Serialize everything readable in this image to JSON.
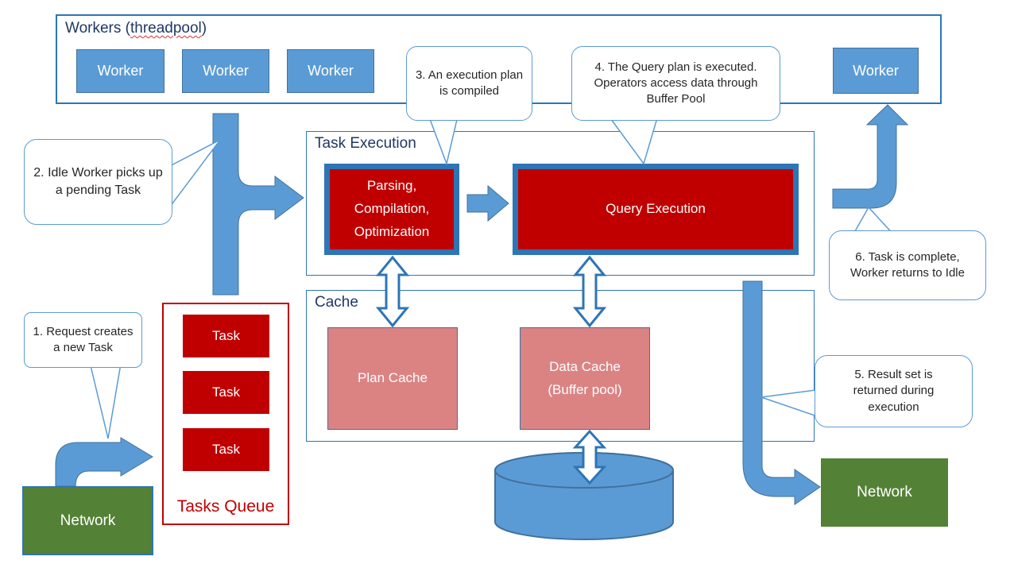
{
  "colors": {
    "blue_fill": "#5B9BD5",
    "blue_border": "#41719C",
    "dark_blue": "#2E75B6",
    "navy_text": "#1F3864",
    "red": "#C00000",
    "pink": "#DB8383",
    "green": "#538135",
    "callout_border": "#5B9BD5"
  },
  "workers": {
    "title_prefix": "Workers (",
    "title_word": "threadpool",
    "title_suffix": ")",
    "items": [
      {
        "label": "Worker"
      },
      {
        "label": "Worker"
      },
      {
        "label": "Worker"
      },
      {
        "label": "Worker"
      }
    ]
  },
  "task_execution": {
    "title": "Task Execution",
    "parsing_lines": [
      "Parsing,",
      "Compilation,",
      "Optimization"
    ],
    "query_label": "Query Execution"
  },
  "cache": {
    "title": "Cache",
    "plan_cache_label": "Plan Cache",
    "data_cache_lines": [
      "Data Cache",
      "(Buffer pool)"
    ]
  },
  "database": {
    "label": "Database"
  },
  "tasks_queue": {
    "title": "Tasks Queue",
    "items": [
      {
        "label": "Task"
      },
      {
        "label": "Task"
      },
      {
        "label": "Task"
      }
    ]
  },
  "network_left": {
    "label": "Network"
  },
  "network_right": {
    "label": "Network"
  },
  "callouts": {
    "c1": "1. Request creates a new Task",
    "c2": "2. Idle Worker picks up a pending Task",
    "c3": "3. An execution plan is compiled",
    "c4": "4. The Query plan is executed. Operators access data through Buffer Pool",
    "c5": "5. Result set is returned during execution",
    "c6": "6. Task is complete, Worker returns to Idle"
  }
}
